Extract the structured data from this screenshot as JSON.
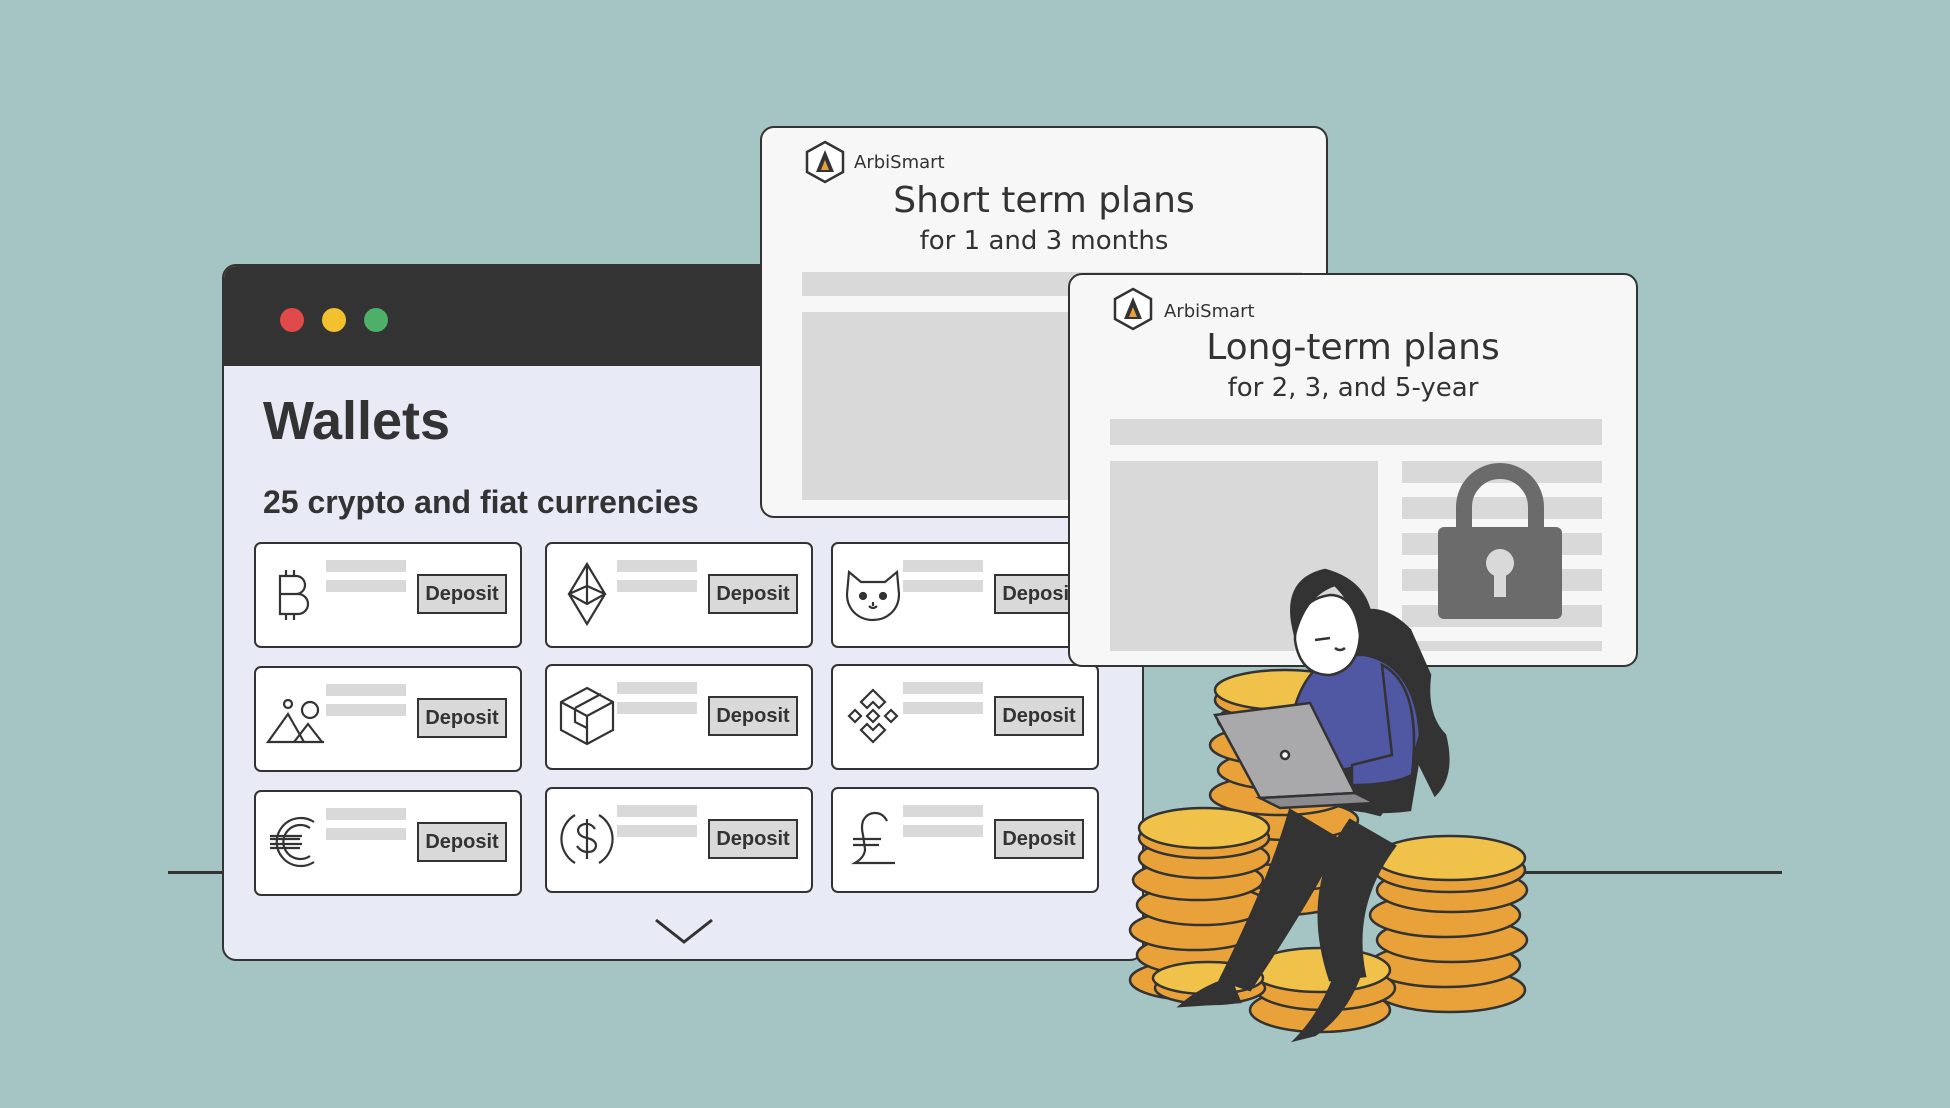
{
  "wallets": {
    "title": "Wallets",
    "subtitle": "25 crypto and fiat currencies",
    "window_dots": [
      "#e04a4a",
      "#f2c12e",
      "#4caf6a"
    ],
    "cards": [
      {
        "icon": "bitcoin-icon",
        "deposit_label": "Deposit"
      },
      {
        "icon": "ethereum-icon",
        "deposit_label": "Deposit"
      },
      {
        "icon": "shiba-inu-icon",
        "deposit_label": "Deposit"
      },
      {
        "icon": "mountains-icon",
        "deposit_label": "Deposit"
      },
      {
        "icon": "cube-icon",
        "deposit_label": "Deposit"
      },
      {
        "icon": "binance-icon",
        "deposit_label": "Deposit"
      },
      {
        "icon": "euro-icon",
        "deposit_label": "Deposit"
      },
      {
        "icon": "dollar-coin-icon",
        "deposit_label": "Deposit"
      },
      {
        "icon": "pound-icon",
        "deposit_label": "Deposit"
      }
    ]
  },
  "short_plans": {
    "brand": "ArbiSmart",
    "title": "Short term plans",
    "subtitle": "for 1 and 3 months"
  },
  "long_plans": {
    "brand": "ArbiSmart",
    "title": "Long-term plans",
    "subtitle": "for 2, 3, and 5-year"
  },
  "colors": {
    "background": "#a5c4c4",
    "coin": "#e9a23a",
    "coin_top": "#f0c24a",
    "shirt": "#5057a3",
    "dark": "#333333"
  }
}
